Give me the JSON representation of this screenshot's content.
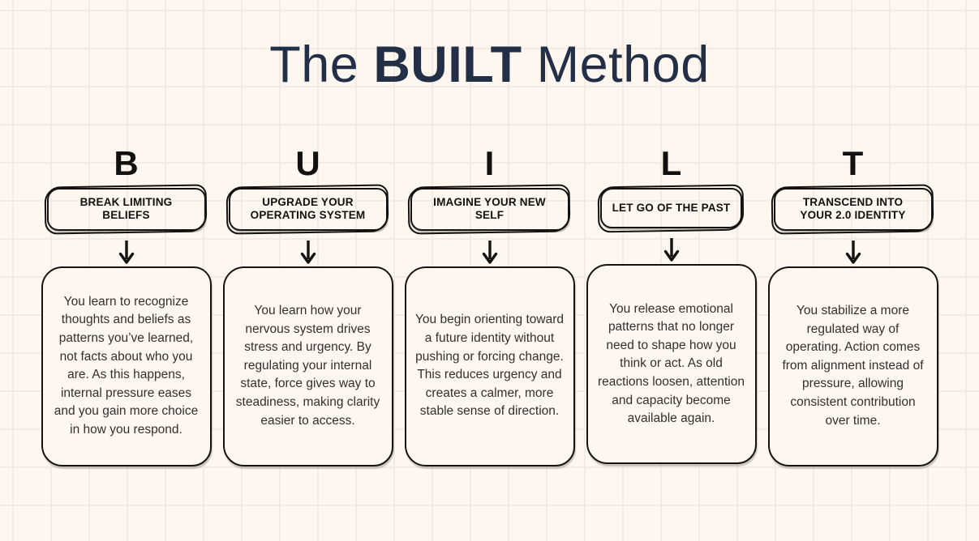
{
  "title": {
    "prefix": "The ",
    "highlight": "BUILT",
    "suffix": " Method",
    "color": "#232E47"
  },
  "colors": {
    "background": "#FDF7F0",
    "grid_line": "#F2EBE3",
    "ink": "#141312",
    "body_text": "#33302C"
  },
  "icons": {
    "down_arrow": "hand-drawn down arrow"
  },
  "columns": [
    {
      "letter": "B",
      "label": "BREAK LIMITING BELIEFS",
      "description": "You learn to recognize thoughts and beliefs as patterns you’ve learned, not facts about who you are. As this happens, internal pressure eases and you gain more choice in how you respond."
    },
    {
      "letter": "U",
      "label": "UPGRADE YOUR OPERATING SYSTEM",
      "description": "You learn how your nervous system drives stress and urgency. By regulating your internal state, force gives way to steadiness, making clarity easier to access."
    },
    {
      "letter": "I",
      "label": "IMAGINE YOUR NEW SELF",
      "description": "You begin orienting toward a future identity without pushing or forcing change. This reduces urgency and creates a calmer, more stable sense of direction."
    },
    {
      "letter": "L",
      "label": "LET GO OF THE PAST",
      "description": "You release emotional patterns that no longer need to shape how you think or act. As old reactions loosen, attention and capacity become available again."
    },
    {
      "letter": "T",
      "label": "TRANSCEND INTO YOUR 2.0 IDENTITY",
      "description": "You stabilize a more regulated way of operating. Action comes from alignment instead of pressure, allowing consistent contribution over time."
    }
  ]
}
